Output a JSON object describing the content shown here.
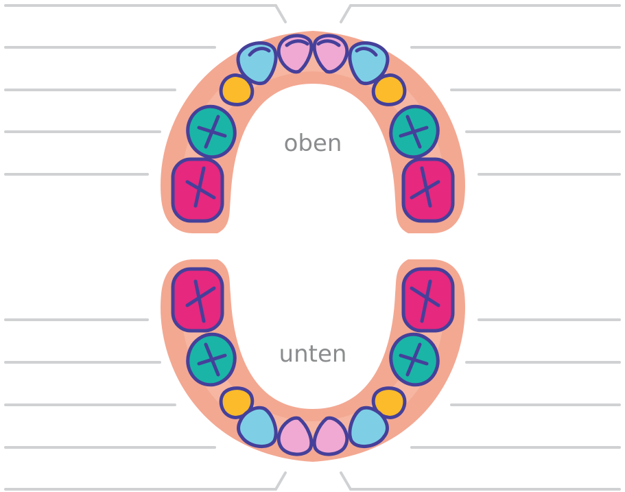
{
  "labels": {
    "upper": "oben",
    "lower": "unten"
  },
  "colors": {
    "gum_outer": "#f3a892",
    "gum_inner": "#f7bca8",
    "outline": "#45409a",
    "molar": "#e6287e",
    "premolar": "#1ab5a6",
    "canine": "#fbbb2a",
    "lateral_incisor": "#7ecfe6",
    "central_incisor": "#f0a9d2",
    "answer_line": "#cfd1d3",
    "label_text": "#8a8c8e"
  },
  "jaws": [
    {
      "name": "upper",
      "teeth": [
        "molar",
        "premolar",
        "canine",
        "lateral-incisor",
        "central-incisor",
        "central-incisor",
        "lateral-incisor",
        "canine",
        "premolar",
        "molar"
      ]
    },
    {
      "name": "lower",
      "teeth": [
        "molar",
        "premolar",
        "canine",
        "lateral-incisor",
        "central-incisor",
        "central-incisor",
        "lateral-incisor",
        "canine",
        "premolar",
        "molar"
      ]
    }
  ]
}
